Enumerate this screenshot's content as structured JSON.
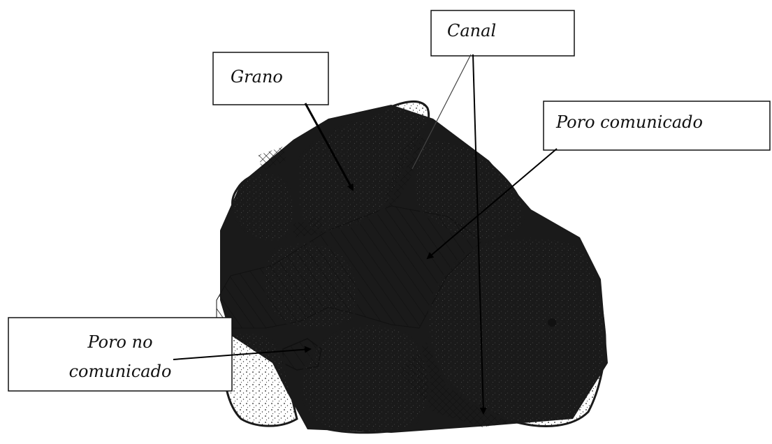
{
  "labels": {
    "grano": "Grano",
    "canal": "Canal",
    "poro_comunicado": "Poro comunicado",
    "poro_no_line1": "Poro no",
    "poro_no_line2": "comunicado"
  }
}
